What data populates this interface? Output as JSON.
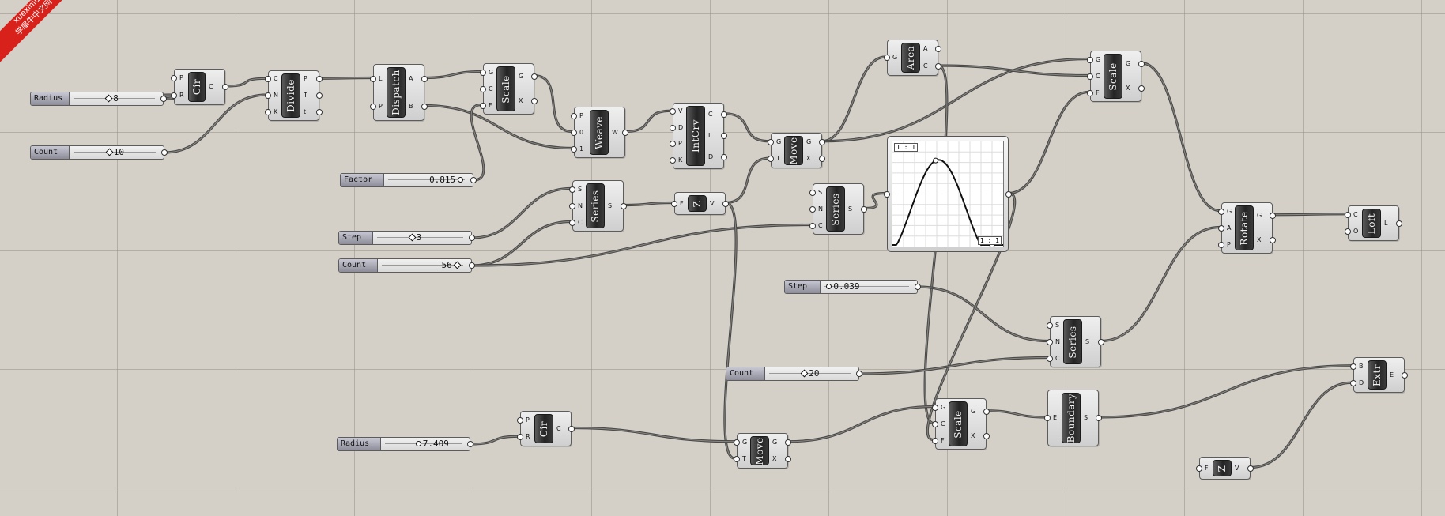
{
  "watermark": {
    "line1": "xuexiniu",
    "line2": "学犀牛中文网",
    "color": "#d9211b"
  },
  "colors": {
    "canvas": "#d4d0c8",
    "wire": "#4a4a4a",
    "component_core": "#2d2d2d"
  },
  "components": [
    {
      "id": "cir1",
      "label": "Cir",
      "inputs": [
        "P",
        "R"
      ],
      "outputs": [
        "C"
      ]
    },
    {
      "id": "divide",
      "label": "Divide",
      "inputs": [
        "C",
        "N",
        "K"
      ],
      "outputs": [
        "P",
        "T",
        "t"
      ]
    },
    {
      "id": "dispatch",
      "label": "Dispatch",
      "inputs": [
        "L",
        "P"
      ],
      "outputs": [
        "A",
        "B"
      ]
    },
    {
      "id": "scale1",
      "label": "Scale",
      "inputs": [
        "G",
        "C",
        "F"
      ],
      "outputs": [
        "G",
        "X"
      ]
    },
    {
      "id": "weave",
      "label": "Weave",
      "inputs": [
        "P",
        "0",
        "1"
      ],
      "outputs": [
        "W"
      ]
    },
    {
      "id": "intcrv",
      "label": "IntCrv",
      "inputs": [
        "V",
        "D",
        "P",
        "K"
      ],
      "outputs": [
        "C",
        "L",
        "D"
      ]
    },
    {
      "id": "move1",
      "label": "Move",
      "inputs": [
        "G",
        "T"
      ],
      "outputs": [
        "G",
        "X"
      ]
    },
    {
      "id": "area",
      "label": "Area",
      "inputs": [
        "G"
      ],
      "outputs": [
        "A",
        "C"
      ]
    },
    {
      "id": "scale2",
      "label": "Scale",
      "inputs": [
        "G",
        "C",
        "F"
      ],
      "outputs": [
        "G",
        "X"
      ]
    },
    {
      "id": "series1",
      "label": "Series",
      "inputs": [
        "S",
        "N",
        "C"
      ],
      "outputs": [
        "S"
      ]
    },
    {
      "id": "z1",
      "label": "Z",
      "inputs": [
        "F"
      ],
      "outputs": [
        "V"
      ]
    },
    {
      "id": "series2",
      "label": "Series",
      "inputs": [
        "S",
        "N",
        "C"
      ],
      "outputs": [
        "S"
      ]
    },
    {
      "id": "rotate",
      "label": "Rotate",
      "inputs": [
        "G",
        "A",
        "P"
      ],
      "outputs": [
        "G",
        "X"
      ]
    },
    {
      "id": "loft",
      "label": "Loft",
      "inputs": [
        "C",
        "O"
      ],
      "outputs": [
        "L"
      ]
    },
    {
      "id": "series3",
      "label": "Series",
      "inputs": [
        "S",
        "N",
        "C"
      ],
      "outputs": [
        "S"
      ]
    },
    {
      "id": "cir2",
      "label": "Cir",
      "inputs": [
        "P",
        "R"
      ],
      "outputs": [
        "C"
      ]
    },
    {
      "id": "move2",
      "label": "Move",
      "inputs": [
        "G",
        "T"
      ],
      "outputs": [
        "G",
        "X"
      ]
    },
    {
      "id": "scale3",
      "label": "Scale",
      "inputs": [
        "G",
        "C",
        "F"
      ],
      "outputs": [
        "G",
        "X"
      ]
    },
    {
      "id": "boundary",
      "label": "Boundary",
      "inputs": [
        "E"
      ],
      "outputs": [
        "S"
      ]
    },
    {
      "id": "extr",
      "label": "Extr",
      "inputs": [
        "B",
        "D"
      ],
      "outputs": [
        "E"
      ]
    },
    {
      "id": "z2",
      "label": "Z",
      "inputs": [
        "F"
      ],
      "outputs": [
        "V"
      ]
    }
  ],
  "sliders": [
    {
      "id": "radius1",
      "label": "Radius",
      "value": "8",
      "knob": "diamond"
    },
    {
      "id": "count1",
      "label": "Count",
      "value": "10",
      "knob": "diamond"
    },
    {
      "id": "factor",
      "label": "Factor",
      "value": "0.815",
      "knob": "round"
    },
    {
      "id": "step1",
      "label": "Step",
      "value": "3",
      "knob": "diamond"
    },
    {
      "id": "count2",
      "label": "Count",
      "value": "56",
      "knob": "diamond"
    },
    {
      "id": "step2",
      "label": "Step",
      "value": "0.039",
      "knob": "round"
    },
    {
      "id": "count3",
      "label": "Count",
      "value": "20",
      "knob": "diamond"
    },
    {
      "id": "radius2",
      "label": "Radius",
      "value": "7.409",
      "knob": "round"
    }
  ],
  "graph_mapper": {
    "corner_top_left": "1 : 1",
    "corner_bottom_right": "1 : 1",
    "curve": "sine"
  }
}
